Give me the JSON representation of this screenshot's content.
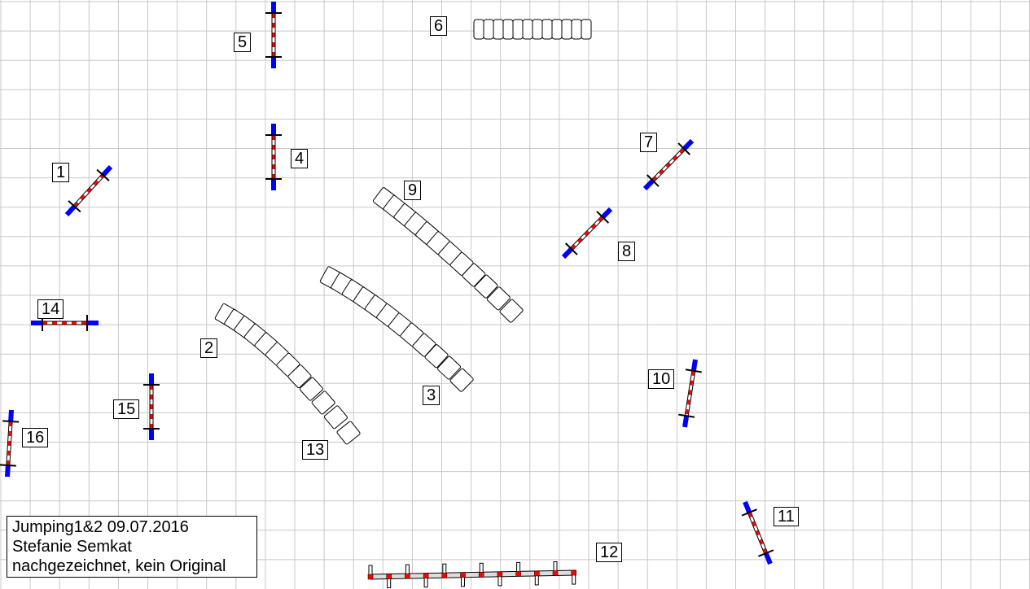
{
  "course": {
    "labels": [
      "1",
      "2",
      "3",
      "4",
      "5",
      "6",
      "7",
      "8",
      "9",
      "10",
      "11",
      "12",
      "13",
      "14",
      "15",
      "16"
    ]
  },
  "legend": {
    "line1": "Jumping1&2 09.07.2016",
    "line2": "Stefanie Semkat",
    "line3": "nachgezeichnet, kein Original"
  },
  "colors": {
    "grid": "#c8c8c8",
    "bar_end": "#0000ff",
    "bar_stripe": "#ff0000"
  }
}
